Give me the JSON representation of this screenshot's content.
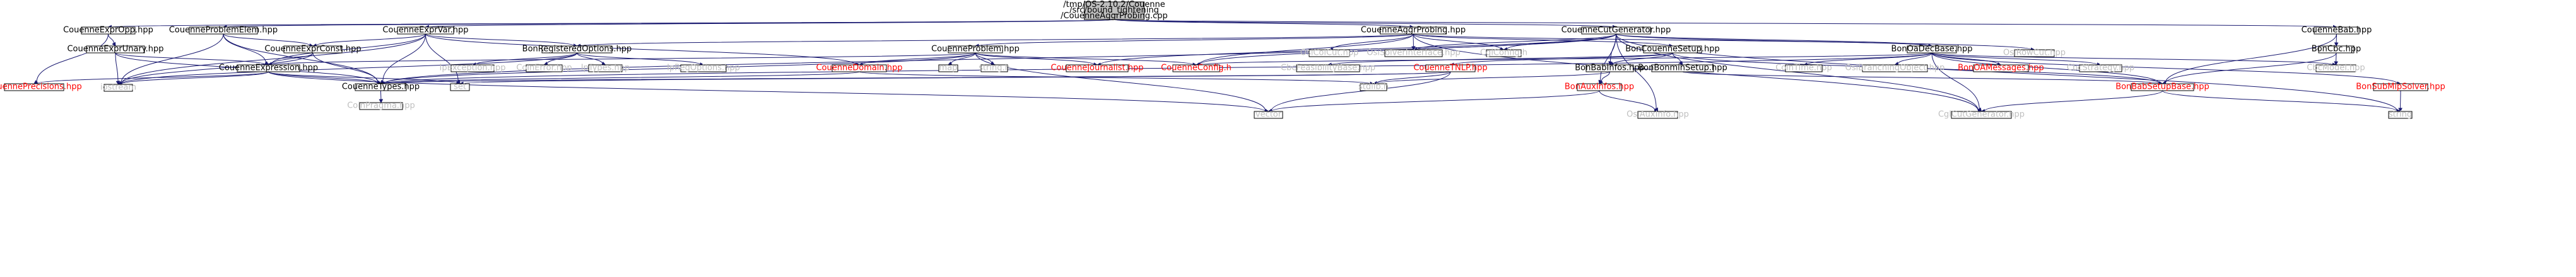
{
  "colors": {
    "root_fill": "#bfbfbf",
    "node_fill": "#ffffff",
    "external_text": "#bfbfbf",
    "normal_text": "#000000",
    "link_text": "#ff0000",
    "edge": "#191970"
  },
  "nodes": [
    {
      "id": "root",
      "lines": [
        "/tmp/OS-2.10.2/Couenne",
        "/src/bound_tightening",
        "/CouenneAggrProbing.cpp"
      ],
      "style": "root"
    },
    {
      "id": "exprOpp",
      "lines": [
        "CouenneExprOpp.hpp"
      ],
      "style": "normal"
    },
    {
      "id": "problemElem",
      "lines": [
        "CouenneProblemElem.hpp"
      ],
      "style": "normal"
    },
    {
      "id": "exprVar",
      "lines": [
        "CouenneExprVar.hpp"
      ],
      "style": "normal"
    },
    {
      "id": "aggrProbing",
      "lines": [
        "CouenneAggrProbing.hpp"
      ],
      "style": "normal"
    },
    {
      "id": "cutGenerator",
      "lines": [
        "CouenneCutGenerator.hpp"
      ],
      "style": "normal"
    },
    {
      "id": "bab",
      "lines": [
        "CouenneBab.hpp"
      ],
      "style": "normal"
    },
    {
      "id": "exprUnary",
      "lines": [
        "CouenneExprUnary.hpp"
      ],
      "style": "normal"
    },
    {
      "id": "exprConst",
      "lines": [
        "CouenneExprConst.hpp"
      ],
      "style": "normal"
    },
    {
      "id": "registeredOptions",
      "lines": [
        "BonRegisteredOptions.hpp"
      ],
      "style": "normal"
    },
    {
      "id": "couenneProblem",
      "lines": [
        "CouenneProblem.hpp"
      ],
      "style": "normal"
    },
    {
      "id": "osiColCut",
      "lines": [
        "OsiColCut.hpp"
      ],
      "style": "external"
    },
    {
      "id": "osiSolverInterface",
      "lines": [
        "OsiSolverInterface.hpp"
      ],
      "style": "external"
    },
    {
      "id": "cglConfig",
      "lines": [
        "CglConfig.h"
      ],
      "style": "external"
    },
    {
      "id": "bonCouenneSetup",
      "lines": [
        "BonCouenneSetup.hpp"
      ],
      "style": "normal"
    },
    {
      "id": "bonOaDecBase",
      "lines": [
        "BonOaDecBase.hpp"
      ],
      "style": "normal"
    },
    {
      "id": "osiRowCut",
      "lines": [
        "OsiRowCut.hpp"
      ],
      "style": "external"
    },
    {
      "id": "cbcCbc",
      "lines": [
        "BonCbc.hpp"
      ],
      "style": "normal"
    },
    {
      "id": "couenneExpression",
      "lines": [
        "CouenneExpression.hpp"
      ],
      "style": "normal"
    },
    {
      "id": "ipException",
      "lines": [
        "IpException.hpp"
      ],
      "style": "external"
    },
    {
      "id": "coinError",
      "lines": [
        "CoinError.hpp"
      ],
      "style": "external"
    },
    {
      "id": "ipTypes",
      "lines": [
        "IpTypes.hpp"
      ],
      "style": "external"
    },
    {
      "id": "ipRegOptions",
      "lines": [
        "IpRegOptions.hpp"
      ],
      "style": "external"
    },
    {
      "id": "couenneDomain",
      "lines": [
        "CouenneDomain.hpp"
      ],
      "style": "link"
    },
    {
      "id": "map",
      "lines": [
        "map"
      ],
      "style": "external"
    },
    {
      "id": "stringH",
      "lines": [
        "string.h"
      ],
      "style": "external"
    },
    {
      "id": "couenneJournalist",
      "lines": [
        "CouenneJournalist.hpp"
      ],
      "style": "link"
    },
    {
      "id": "couenneConfig",
      "lines": [
        "CouenneConfig.h"
      ],
      "style": "link"
    },
    {
      "id": "cbcFeasibilityBase",
      "lines": [
        "CbcFeasibilityBase.hpp"
      ],
      "style": "external"
    },
    {
      "id": "couenneTNLP",
      "lines": [
        "CouenneTNLP.hpp"
      ],
      "style": "link"
    },
    {
      "id": "bonBabInfos",
      "lines": [
        "BonBabInfos.hpp"
      ],
      "style": "normal"
    },
    {
      "id": "bonBonminSetup",
      "lines": [
        "BonBonminSetup.hpp"
      ],
      "style": "normal"
    },
    {
      "id": "coinTime",
      "lines": [
        "CoinTime.hpp"
      ],
      "style": "external"
    },
    {
      "id": "osiBranchingObject",
      "lines": [
        "OsiBranchingObject.hpp"
      ],
      "style": "external"
    },
    {
      "id": "bonOAMessages",
      "lines": [
        "BonOAMessages.hpp"
      ],
      "style": "link"
    },
    {
      "id": "cbcStrategy",
      "lines": [
        "CbcStrategy.hpp"
      ],
      "style": "external"
    },
    {
      "id": "bonBabSetupBase",
      "lines": [
        "BonBabSetupBase.hpp"
      ],
      "style": "link"
    },
    {
      "id": "cbcModel",
      "lines": [
        "CbcModel.hpp"
      ],
      "style": "external"
    },
    {
      "id": "bonSubMipSolver",
      "lines": [
        "BonSubMipSolver.hpp"
      ],
      "style": "link"
    },
    {
      "id": "couennePrecisions",
      "lines": [
        "CouennePrecisions.hpp"
      ],
      "style": "link"
    },
    {
      "id": "iostream",
      "lines": [
        "iostream"
      ],
      "style": "external"
    },
    {
      "id": "couenneTypes",
      "lines": [
        "CouenneTypes.hpp"
      ],
      "style": "normal"
    },
    {
      "id": "set",
      "lines": [
        "set"
      ],
      "style": "external"
    },
    {
      "id": "stdlib",
      "lines": [
        "stdlib.h"
      ],
      "style": "external"
    },
    {
      "id": "bonAuxInfos",
      "lines": [
        "BonAuxInfos.hpp"
      ],
      "style": "link"
    },
    {
      "id": "cglCutGenerator",
      "lines": [
        "CglCutGenerator.hpp"
      ],
      "style": "external"
    },
    {
      "id": "string",
      "lines": [
        "string"
      ],
      "style": "external"
    },
    {
      "id": "coinPragma",
      "lines": [
        "CoinPragma.hpp"
      ],
      "style": "external"
    },
    {
      "id": "vector",
      "lines": [
        "vector"
      ],
      "style": "external"
    },
    {
      "id": "osiAuxInfo",
      "lines": [
        "OsiAuxInfo.hpp"
      ],
      "style": "external"
    }
  ],
  "edges": [
    [
      "root",
      "exprOpp"
    ],
    [
      "root",
      "problemElem"
    ],
    [
      "root",
      "exprVar"
    ],
    [
      "root",
      "aggrProbing"
    ],
    [
      "root",
      "cutGenerator"
    ],
    [
      "root",
      "bab"
    ],
    [
      "exprOpp",
      "exprUnary"
    ],
    [
      "exprOpp",
      "couennePrecisions"
    ],
    [
      "problemElem",
      "exprConst"
    ],
    [
      "problemElem",
      "couenneExpression"
    ],
    [
      "problemElem",
      "couenneTypes"
    ],
    [
      "problemElem",
      "iostream"
    ],
    [
      "exprVar",
      "exprConst"
    ],
    [
      "exprVar",
      "couenneExpression"
    ],
    [
      "exprVar",
      "couenneDomain"
    ],
    [
      "exprVar",
      "couenneTypes"
    ],
    [
      "exprVar",
      "iostream"
    ],
    [
      "exprVar",
      "set"
    ],
    [
      "exprVar",
      "registeredOptions"
    ],
    [
      "exprUnary",
      "couenneExpression"
    ],
    [
      "exprUnary",
      "couenneTypes"
    ],
    [
      "exprUnary",
      "iostream"
    ],
    [
      "exprConst",
      "couenneExpression"
    ],
    [
      "exprConst",
      "couenneTypes"
    ],
    [
      "exprConst",
      "iostream"
    ],
    [
      "aggrProbing",
      "registeredOptions"
    ],
    [
      "aggrProbing",
      "couenneProblem"
    ],
    [
      "aggrProbing",
      "osiColCut"
    ],
    [
      "aggrProbing",
      "osiSolverInterface"
    ],
    [
      "aggrProbing",
      "cglConfig"
    ],
    [
      "aggrProbing",
      "bonCouenneSetup"
    ],
    [
      "aggrProbing",
      "bonOaDecBase"
    ],
    [
      "aggrProbing",
      "couenneConfig"
    ],
    [
      "aggrProbing",
      "cglCutGenerator"
    ],
    [
      "cutGenerator",
      "cglConfig"
    ],
    [
      "cutGenerator",
      "osiSolverInterface"
    ],
    [
      "cutGenerator",
      "bonOaDecBase"
    ],
    [
      "cutGenerator",
      "osiRowCut"
    ],
    [
      "cutGenerator",
      "couenneTypes"
    ],
    [
      "cutGenerator",
      "couenneJournalist"
    ],
    [
      "cutGenerator",
      "couenneConfig"
    ],
    [
      "cutGenerator",
      "bonAuxInfos"
    ],
    [
      "cutGenerator",
      "bonBabInfos"
    ],
    [
      "cutGenerator",
      "osiAuxInfo"
    ],
    [
      "cutGenerator",
      "string"
    ],
    [
      "cutGenerator",
      "cglCutGenerator"
    ],
    [
      "bab",
      "cbcCbc"
    ],
    [
      "bab",
      "bonBabSetupBase"
    ],
    [
      "cbcCbc",
      "cbcModel"
    ],
    [
      "cbcCbc",
      "bonBabSetupBase"
    ],
    [
      "registeredOptions",
      "ipException"
    ],
    [
      "registeredOptions",
      "coinError"
    ],
    [
      "registeredOptions",
      "ipTypes"
    ],
    [
      "registeredOptions",
      "ipRegOptions"
    ],
    [
      "registeredOptions",
      "iostream"
    ],
    [
      "couenneProblem",
      "couenneExpression"
    ],
    [
      "couenneProblem",
      "couenneDomain"
    ],
    [
      "couenneProblem",
      "map"
    ],
    [
      "couenneProblem",
      "stringH"
    ],
    [
      "couenneProblem",
      "couenneJournalist"
    ],
    [
      "couenneProblem",
      "couenneConfig"
    ],
    [
      "couenneProblem",
      "couenneTypes"
    ],
    [
      "couenneProblem",
      "vector"
    ],
    [
      "bonCouenneSetup",
      "bonBonminSetup"
    ],
    [
      "bonCouenneSetup",
      "cbcFeasibilityBase"
    ],
    [
      "bonCouenneSetup",
      "couenneTNLP"
    ],
    [
      "bonCouenneSetup",
      "bonBabInfos"
    ],
    [
      "bonCouenneSetup",
      "bonBabSetupBase"
    ],
    [
      "bonOaDecBase",
      "coinTime"
    ],
    [
      "bonOaDecBase",
      "osiBranchingObject"
    ],
    [
      "bonOaDecBase",
      "bonOAMessages"
    ],
    [
      "bonOaDecBase",
      "cbcStrategy"
    ],
    [
      "bonOaDecBase",
      "bonBabSetupBase"
    ],
    [
      "bonOaDecBase",
      "cbcModel"
    ],
    [
      "bonOaDecBase",
      "bonSubMipSolver"
    ],
    [
      "bonOaDecBase",
      "couenneTypes"
    ],
    [
      "bonOaDecBase",
      "couenneConfig"
    ],
    [
      "bonOaDecBase",
      "cglCutGenerator"
    ],
    [
      "bonBonminSetup",
      "bonBabSetupBase"
    ],
    [
      "couenneTNLP",
      "couenneTypes"
    ],
    [
      "couenneTNLP",
      "set"
    ],
    [
      "couenneTNLP",
      "stdlib"
    ],
    [
      "couenneTNLP",
      "vector"
    ],
    [
      "bonBabInfos",
      "bonAuxInfos"
    ],
    [
      "bonBabInfos",
      "stdlib"
    ],
    [
      "bonAuxInfos",
      "osiAuxInfo"
    ],
    [
      "bonAuxInfos",
      "vector"
    ],
    [
      "bonSubMipSolver",
      "string"
    ],
    [
      "bonBabSetupBase",
      "cglCutGenerator"
    ],
    [
      "bonBabSetupBase",
      "string"
    ],
    [
      "couenneExpression",
      "couennePrecisions"
    ],
    [
      "couenneExpression",
      "iostream"
    ],
    [
      "couenneExpression",
      "couenneTypes"
    ],
    [
      "couenneExpression",
      "set"
    ],
    [
      "couenneExpression",
      "vector"
    ],
    [
      "couenneDomain",
      "couenneTypes"
    ],
    [
      "couenneDomain",
      "stdlib"
    ],
    [
      "couenneTypes",
      "coinPragma"
    ]
  ]
}
